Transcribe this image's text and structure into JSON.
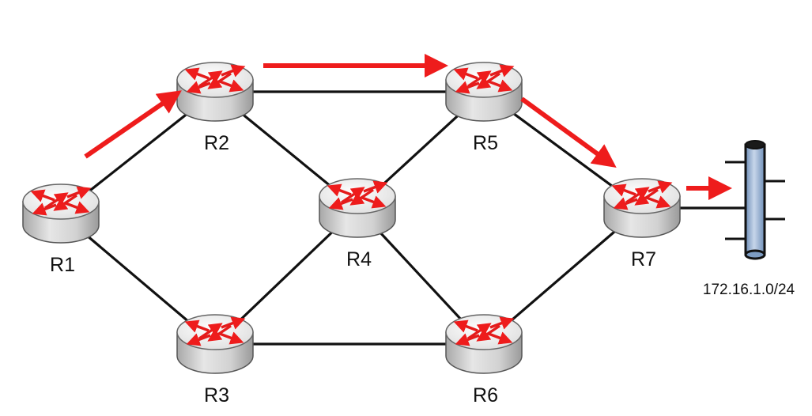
{
  "routers": [
    {
      "id": "R1",
      "label": "R1"
    },
    {
      "id": "R2",
      "label": "R2"
    },
    {
      "id": "R3",
      "label": "R3"
    },
    {
      "id": "R4",
      "label": "R4"
    },
    {
      "id": "R5",
      "label": "R5"
    },
    {
      "id": "R6",
      "label": "R6"
    },
    {
      "id": "R7",
      "label": "R7"
    }
  ],
  "links": [
    [
      "R1",
      "R2"
    ],
    [
      "R1",
      "R3"
    ],
    [
      "R2",
      "R5"
    ],
    [
      "R2",
      "R4"
    ],
    [
      "R3",
      "R4"
    ],
    [
      "R3",
      "R6"
    ],
    [
      "R4",
      "R5"
    ],
    [
      "R4",
      "R6"
    ],
    [
      "R5",
      "R7"
    ],
    [
      "R6",
      "R7"
    ],
    [
      "R7",
      "NET"
    ]
  ],
  "path": [
    "R1",
    "R2",
    "R5",
    "R7",
    "NET"
  ],
  "network": {
    "label": "172.16.1.0/24"
  },
  "colors": {
    "path": "#ee1c1c",
    "link": "#111111",
    "router_body": "#d9d9d9",
    "network_bus": "#9db5d4"
  }
}
